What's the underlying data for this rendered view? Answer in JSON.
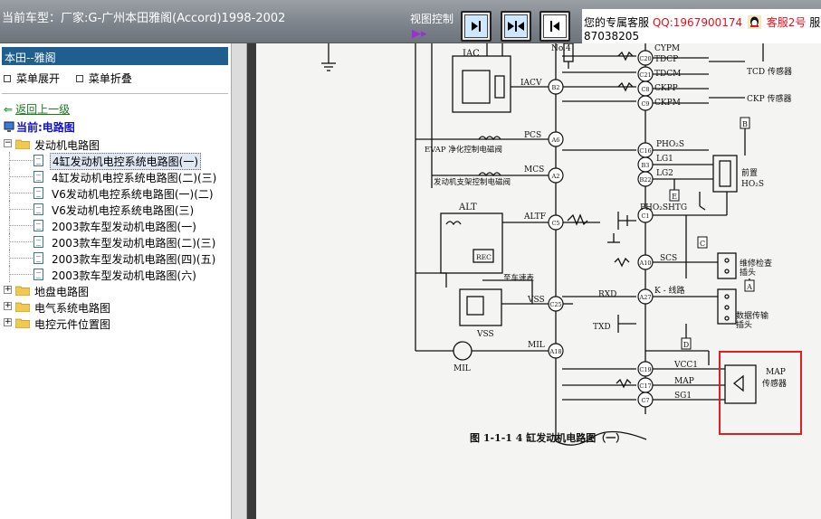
{
  "topbar": {
    "title": "当前车型：厂家:G-广州本田雅阁(Accord)1998-2002",
    "view_control_label": "视图控制",
    "purple_mark": "▶▸",
    "service": {
      "prefix": "您的专属客服",
      "qq": "QQ:1967900174",
      "agent": "客服2号",
      "suffix": "服务",
      "line2": "87038205"
    }
  },
  "sidebar": {
    "header": "本田--雅阁",
    "expand_label": "菜单展开",
    "collapse_label": "菜单折叠",
    "back_label": "返回上一级",
    "current_label": "当前:电路图",
    "tree": [
      {
        "label": "发动机电路图",
        "open": true,
        "children": [
          {
            "label": "4缸发动机电控系统电路图(一)",
            "selected": true
          },
          {
            "label": "4缸发动机电控系统电路图(二)(三)"
          },
          {
            "label": "V6发动机电控系统电路图(一)(二)"
          },
          {
            "label": "V6发动机电控系统电路图(三)"
          },
          {
            "label": "2003款车型发动机电路图(一)"
          },
          {
            "label": "2003款车型发动机电路图(二)(三)"
          },
          {
            "label": "2003款车型发动机电路图(四)(五)"
          },
          {
            "label": "2003款车型发动机电路图(六)"
          }
        ]
      },
      {
        "label": "地盘电路图",
        "open": false,
        "children": []
      },
      {
        "label": "电气系统电路图",
        "open": false,
        "children": []
      },
      {
        "label": "电控元件位置图",
        "open": false,
        "children": []
      }
    ]
  },
  "diagram": {
    "caption": "图 1-1-1   4 缸发动机电路图（一）",
    "labels": {
      "no4": "No.4",
      "iac": "IAC",
      "iacv": "IACV",
      "pcs": "PCS",
      "evap": "EVAP 净化控制电磁阀",
      "mcs": "MCS",
      "mount": "发动机支架控制电磁阀",
      "alt": "ALT",
      "altf": "ALTF",
      "rec": "REC",
      "speed": "至车速表",
      "vss": "VSS",
      "vss2": "VSS",
      "mil": "MIL",
      "mil2": "MIL",
      "tdcp": "TDCP",
      "tdcm": "TDCM",
      "ckpp": "CKPP",
      "ckpm": "CKPM",
      "cyp": "CYPM",
      "tcd": "TCD 传感器",
      "ckp": "CKP 传感器",
      "pho2s": "PHO₂S",
      "lg1": "LG1",
      "lg2": "LG2",
      "pho2shtg": "PHO₂SHTG",
      "front1": "前置",
      "front2": "HO₂S",
      "scs": "SCS",
      "maint1": "维修检查",
      "maint2": "插头",
      "rxd": "RXD",
      "kline": "K - 线路",
      "txd": "TXD",
      "data1": "数据传输",
      "data2": "插头",
      "vcc1": "VCC1",
      "map": "MAP",
      "sg1": "SG1",
      "map_sensor1": "MAP",
      "map_sensor2": "传感器",
      "pin_b2": "B2",
      "pin_a6": "A6",
      "pin_a2": "A2",
      "pin_c5": "C5",
      "pin_c25": "C25",
      "pin_a18": "A18",
      "pin_c19": "C19",
      "pin_c17": "C17",
      "pin_c7": "C7",
      "pin_a10": "A10",
      "pin_a27": "A27",
      "pin_c1": "C1",
      "pin_b3": "B3",
      "pin_b22": "B22",
      "pin_c16": "C16",
      "pin_c20": "C20",
      "pin_c21": "C21",
      "pin_c8": "C8",
      "pin_c9": "C9",
      "tag_b": "B",
      "tag_e": "E",
      "tag_c": "C",
      "tag_a": "A",
      "tag_d": "D"
    }
  },
  "colors": {
    "topbar": "#7c8289",
    "sidebar_header": "#1f5f8f",
    "highlight_box": "#e02020",
    "link_green": "#1a7a1a",
    "current_blue": "#1010c8",
    "qq_red": "#e8101a"
  }
}
